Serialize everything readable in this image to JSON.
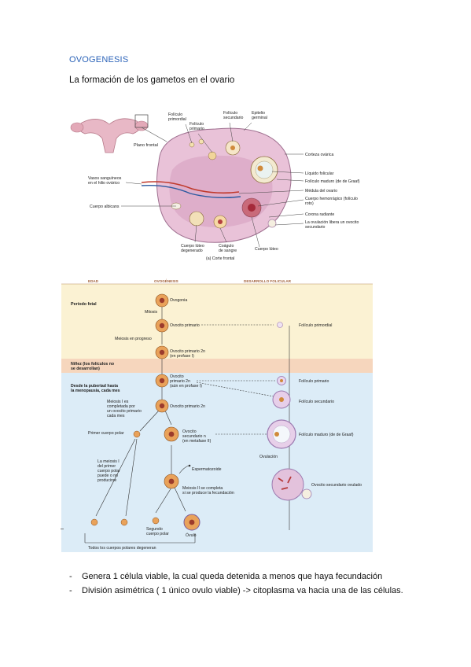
{
  "heading": "OVOGENESIS",
  "subtitle": "La formación de los gametos en el ovario",
  "figure_a": {
    "labels": {
      "plano_frontal": "Plano frontal",
      "foliculo_primordial": [
        "Folículo",
        "primordial"
      ],
      "foliculo_primario": [
        "Folículo",
        "primario"
      ],
      "foliculo_secundario": [
        "Folículo",
        "secundario"
      ],
      "epitelio_germinal": [
        "Epitelio",
        "germinal"
      ],
      "corteza_ovarica": "Corteza ovárica",
      "liquido_folicular": "Líquido folicular",
      "foliculo_maduro": "Folículo maduro (de de Graaf)",
      "medula": "Médula del ovario",
      "cuerpo_hemorragico": [
        "Cuerpo hemorrágico (folículo",
        "roto)"
      ],
      "corona_radiante": "Corona radiante",
      "ovulacion_libera": [
        "La ovulación libera un ovocito",
        "secundario"
      ],
      "vasos": [
        "Vasos sanguíneos",
        "en el hilio ovárico"
      ],
      "cuerpo_albicans": "Cuerpo albicans",
      "cuerpo_luteo_degenerado": [
        "Cuerpo lúteo",
        "degenerado"
      ],
      "coagulo": [
        "Coágulo",
        "de sangre"
      ],
      "cuerpo_luteo": "Cuerpo lúteo",
      "caption": "(a) Corte frontal"
    }
  },
  "figure_b": {
    "headers": {
      "edad": "EDAD",
      "ovogenesis": "OVOGÉNESIS",
      "desarrollo": "DESARROLLO FOLICULAR"
    },
    "stages": {
      "fetal": "Período fetal",
      "ninez": [
        "Niñez (los folículos no",
        "se desarrollan)"
      ],
      "pubertad": [
        "Desde la pubertad hasta",
        "la menopausia, cada mes"
      ]
    },
    "cells": {
      "ovogonia": "Ovogonia",
      "mitosis": "Mitosis",
      "ovocito_primario": "Ovocito primario",
      "meiosis_progreso": "Meiosis en progreso",
      "ovocito_2n": [
        "Ovocito primario 2n",
        "(en profase I)"
      ],
      "ovocito_pub": [
        "Ovocito",
        "primario 2n",
        "(aún en profase I)"
      ],
      "meiosis_i": [
        "Meiosis I es",
        "completada por",
        "un ovocito primario",
        "cada mes"
      ],
      "ovocito_2n_b": "Ovocito primario 2n",
      "primer_cuerpo_polar": "Primer cuerpo polar",
      "ovocito_secundario": [
        "Ovocito",
        "secundario n",
        "(en metafase II)"
      ],
      "meiosis_primer_polar": [
        "La meiosis I",
        "del primer",
        "cuerpo polar",
        "puede o no",
        "producirse"
      ],
      "espermatozoide": "Espermatozoide",
      "meiosis_ii": [
        "Meiosis II se completa",
        "si se produce la fecundación"
      ],
      "segundo_cuerpo_polar": [
        "Segundo",
        "cuerpo polar"
      ],
      "ovulo": "Óvulo",
      "todos_degeneran": "Todos los cuerpos polares degeneran"
    },
    "follicles": {
      "primordial": "Folículo primordial",
      "primario": "Folículo primario",
      "secundario": "Folículo secundario",
      "maduro": "Folículo maduro (de de Graaf)",
      "ovulacion": "Ovulación",
      "ovulado": "Ovocito secundario ovulado"
    }
  },
  "bullets": [
    "Genera 1 célula viable, la cual queda detenida a menos que haya fecundación",
    "División asimétrica ( 1 único ovulo viable) -> citoplasma va hacia una de las células."
  ],
  "bullet_dash": "-",
  "colors": {
    "heading": "#2a62b8",
    "fetal_band": "#fbf2d3",
    "childhood_band": "#f6d6bd",
    "puberty_band": "#dcecf7",
    "ovary": "#d8a9c6",
    "cell": "#d08a3a"
  }
}
